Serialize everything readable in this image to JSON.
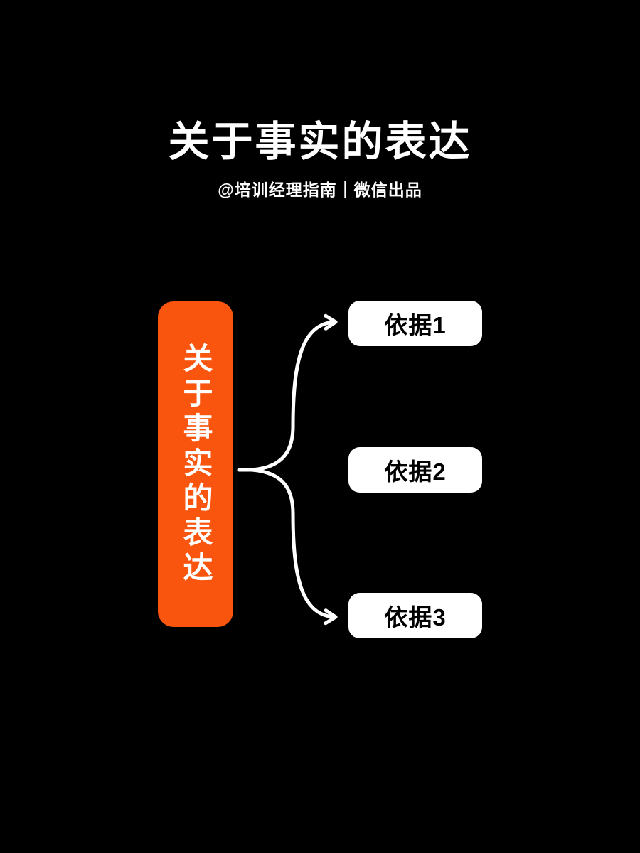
{
  "header": {
    "title": "关于事实的表达",
    "subtitle": "@培训经理指南｜微信出品"
  },
  "diagram": {
    "center_node": {
      "label": "关于事实的表达"
    },
    "branches": [
      {
        "label": "依据1",
        "connected": true
      },
      {
        "label": "依据2",
        "connected": false
      },
      {
        "label": "依据3",
        "connected": true
      }
    ]
  },
  "colors": {
    "background": "#000000",
    "accent_orange": "#FA550E",
    "connector_white": "#FFFFFF",
    "branch_node_bg": "#FFFFFF",
    "branch_node_text": "#000000",
    "title_text": "#FFFFFF"
  }
}
